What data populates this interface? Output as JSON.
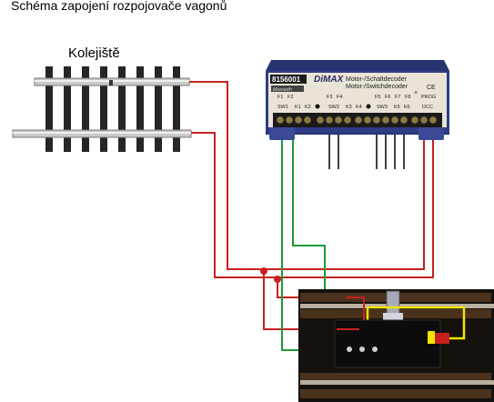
{
  "title": "Schéma zapojení rozpojovače vagonů",
  "track_label": "Kolejiště",
  "decoder": {
    "part_number": "8156001",
    "brand": "DiMAX",
    "line1": "Motor-/Schaltdecoder",
    "line2": "Motor-/Switchdecoder",
    "logo": "Massoth",
    "ce_mark": "CE",
    "terminal_labels": [
      "F1",
      "F2",
      "F3",
      "F4",
      "F5",
      "F6",
      "F7",
      "F8",
      "PROG"
    ],
    "switch_labels": [
      "SW1",
      "K1",
      "K2",
      "SW2",
      "K3",
      "K4",
      "SW3",
      "K5",
      "K6",
      "DCC"
    ]
  },
  "colors": {
    "wire_red": "#c8201e",
    "wire_green": "#1f9a3a",
    "wire_black": "#111111",
    "decoder_body": "#2f3d86",
    "decoder_label": "#e9e4d6",
    "photo_bg": "#15110c",
    "photo_frame": "#f0e400",
    "rail": "#b8b8b8",
    "sleeper": "#2a2a2a"
  }
}
